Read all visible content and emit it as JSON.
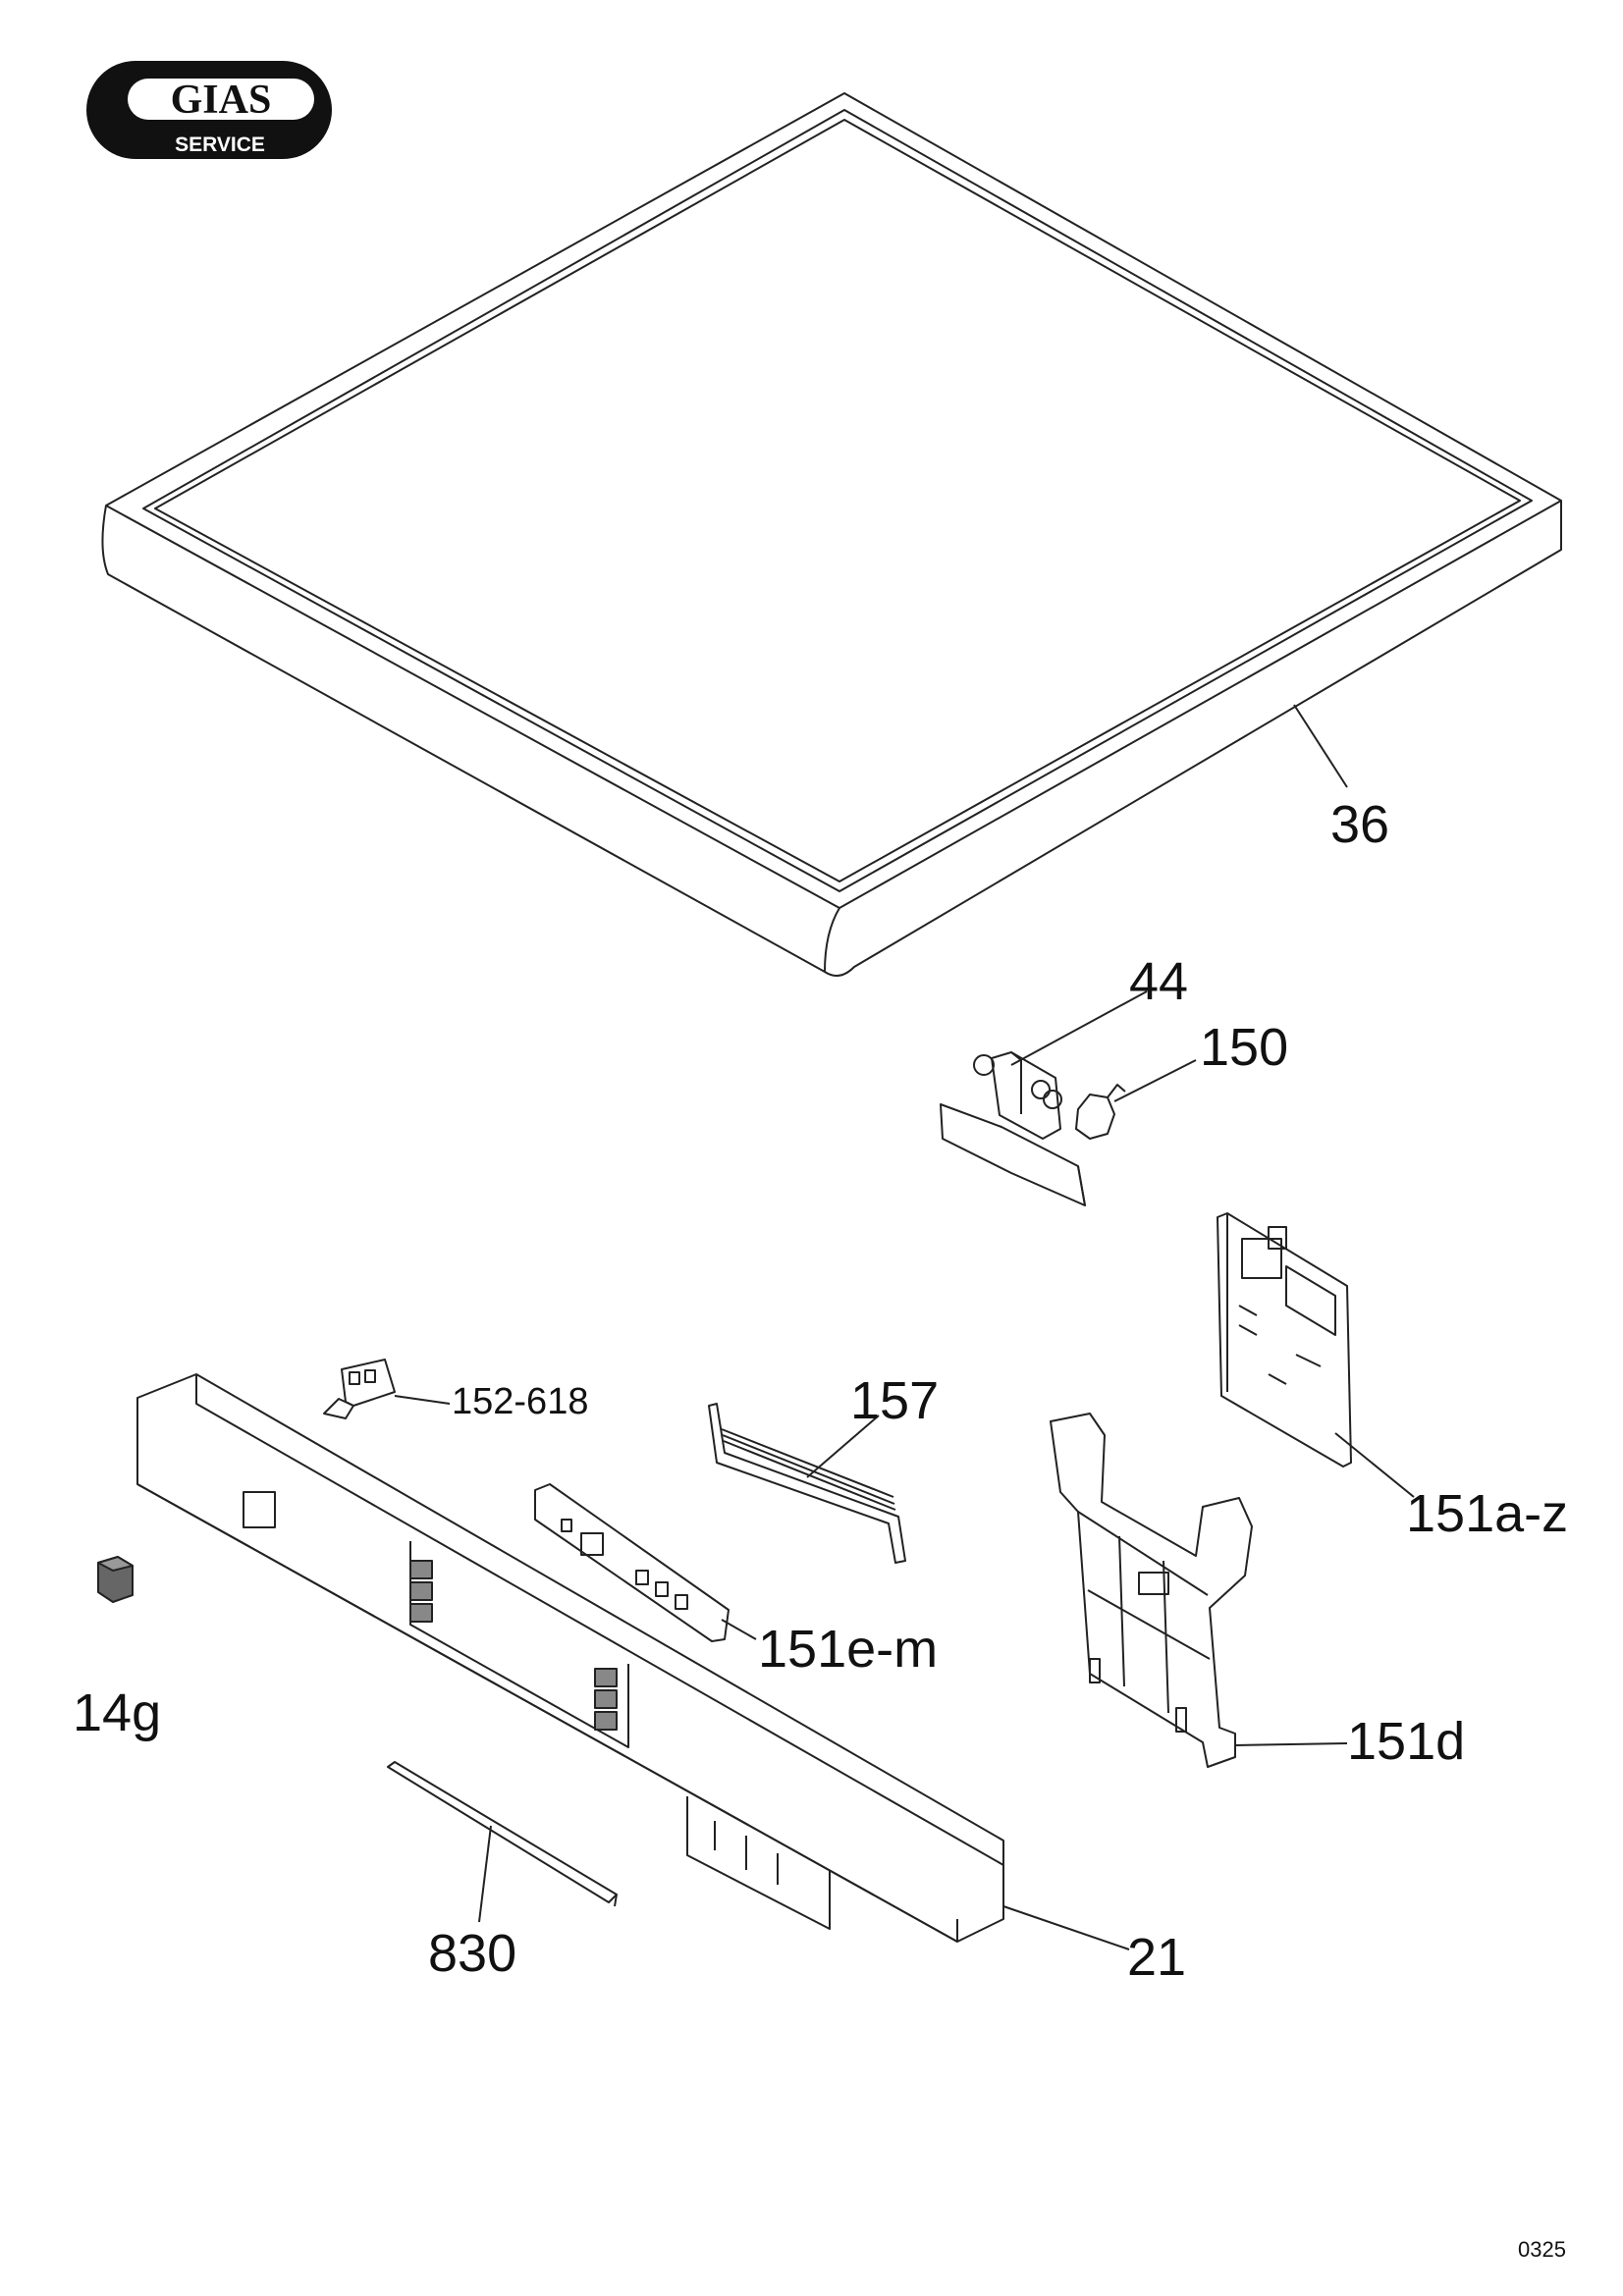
{
  "logo": {
    "brand": "GIAS",
    "sub": "SERVICE"
  },
  "callouts": [
    "36",
    "44",
    "150",
    "151a-z",
    "157",
    "152-618",
    "151e-m",
    "14g",
    "151d",
    "830",
    "21"
  ],
  "sheet_code": "0325"
}
